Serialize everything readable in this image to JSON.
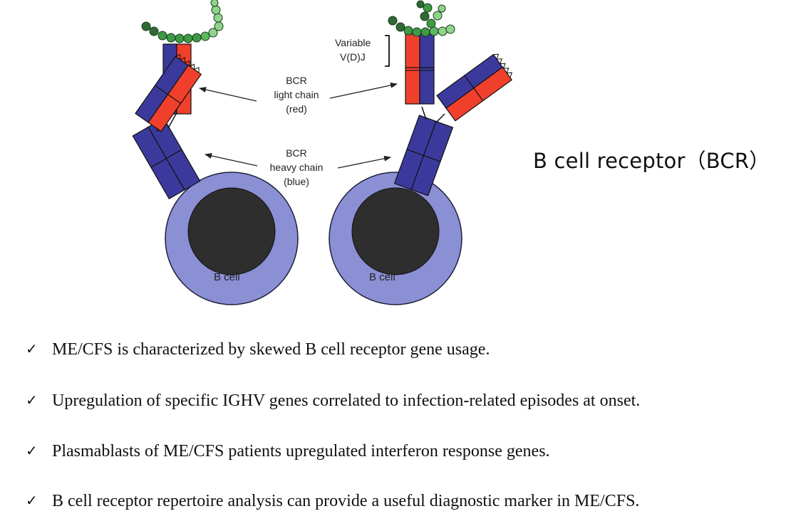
{
  "diagram": {
    "variable_label_line1": "Variable",
    "variable_label_line2": "V(D)J",
    "light_chain_line1": "BCR",
    "light_chain_line2": "light chain",
    "light_chain_line3": "(red)",
    "heavy_chain_line1": "BCR",
    "heavy_chain_line2": "heavy chain",
    "heavy_chain_line3": "(blue)",
    "left_cell_label": "B cell",
    "right_cell_label": "B cell",
    "colors": {
      "heavy_chain": "#3b3a9c",
      "light_chain": "#f0402c",
      "cell_body": "#8b8fd4",
      "nucleus": "#2e2e2e",
      "bead_dark": "#2f6a35",
      "bead_mid": "#3e9a45",
      "bead_light": "#8fd48a"
    }
  },
  "title": "B cell receptor（BCR）",
  "findings": [
    {
      "mark": "✓",
      "text": "ME/CFS is characterized  by skewed B cell receptor gene usage."
    },
    {
      "mark": "✓",
      "text": "Upregulation of specific IGHV genes correlated to infection-related episodes at onset."
    },
    {
      "mark": "✓",
      "text": "Plasmablasts of ME/CFS patients upregulated interferon response genes."
    },
    {
      "mark": "✓",
      "text": "B cell receptor repertoire analysis can provide a useful diagnostic marker in ME/CFS."
    }
  ]
}
